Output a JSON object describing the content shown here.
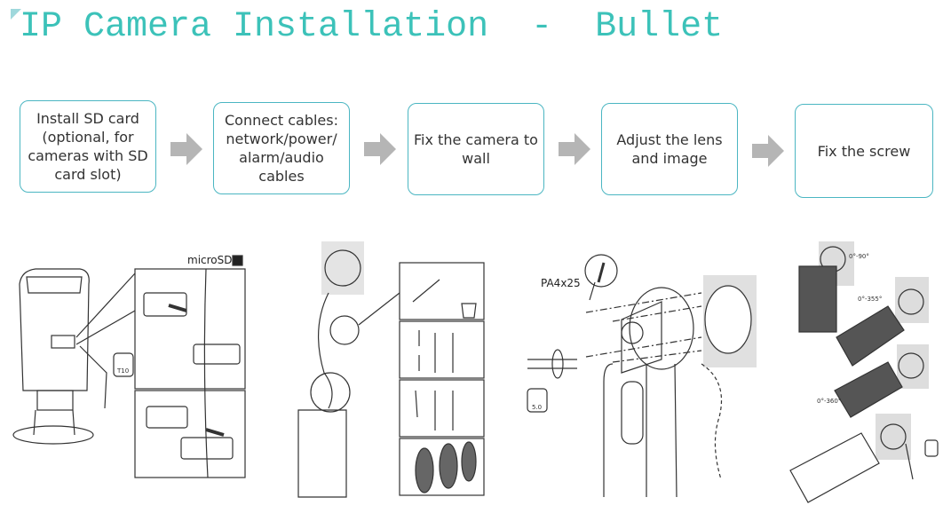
{
  "title": "IP Camera Installation  -  Bullet",
  "steps": [
    {
      "label": "Install SD card (optional, for cameras with SD card slot)"
    },
    {
      "label": "Connect cables: network/power/ alarm/audio cables"
    },
    {
      "label": "Fix the camera to wall"
    },
    {
      "label": "Adjust the lens and image"
    },
    {
      "label": "Fix the screw"
    }
  ],
  "illustrations": {
    "sd_label": "microSD",
    "torx_label": "T10",
    "screw_label": "PA4x25",
    "phillips_label": "5.0",
    "pan_label": "0°-90°",
    "tilt_label": "0°-355°",
    "rotate_label": "0°-360°"
  },
  "colors": {
    "accent": "#3cc2b9",
    "border": "#4bb6c2",
    "arrow": "#b5b5b5"
  }
}
